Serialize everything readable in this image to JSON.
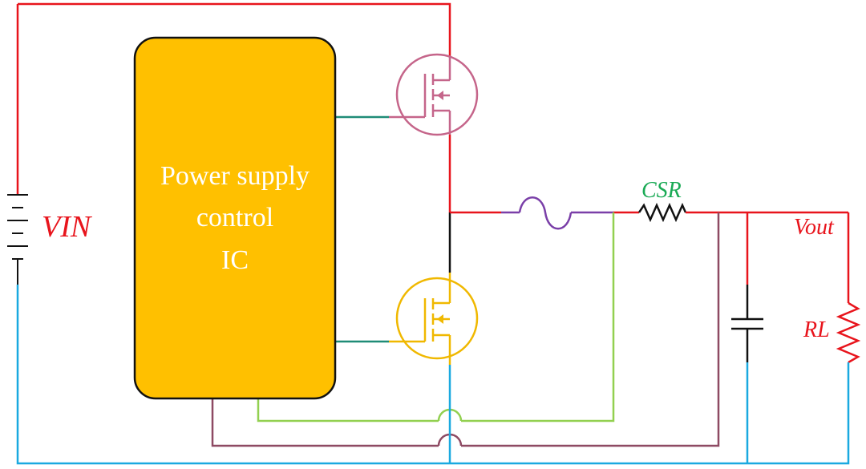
{
  "ic": {
    "line1": "Power supply",
    "line2": "control",
    "line3": "IC",
    "fill_color": "#FFC000"
  },
  "labels": {
    "vin": "VIN",
    "csr": "CSR",
    "vout": "Vout",
    "rl": "RL"
  },
  "colors": {
    "vin_rail": "#E8141C",
    "ground": "#1AA9E0",
    "high_side_fet": "#C5658A",
    "low_side_fet": "#F0B800",
    "gate_drive": "#1F8C77",
    "inductor": "#7A3FA8",
    "sense_plus": "#92D050",
    "sense_minus": "#8E4A63",
    "csr_label": "#1AAA55",
    "switch_node": "#111111"
  }
}
